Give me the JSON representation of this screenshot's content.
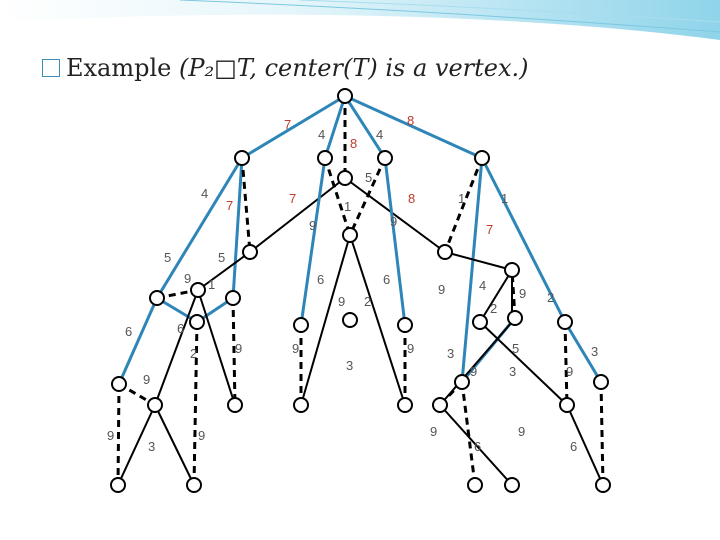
{
  "title": {
    "bullet_icon": "square-bullet-icon",
    "prefix": "Example",
    "math": "(P₂□T, center(T) is a vertex.)"
  },
  "colors": {
    "blue_edge": "#2e86b8",
    "black_edge": "#000000",
    "red_label": "#c0392b",
    "gray_label": "#555555"
  },
  "edge_labels": {
    "red": [
      "7",
      "8",
      "8",
      "7",
      "7",
      "8",
      "7"
    ],
    "gray": [
      "4",
      "4",
      "5",
      "4",
      "1",
      "1",
      "1",
      "5",
      "5",
      "9",
      "9",
      "9",
      "1",
      "6",
      "6",
      "6",
      "9",
      "2",
      "9",
      "4",
      "9",
      "2",
      "2",
      "6",
      "2",
      "9",
      "9",
      "9",
      "3",
      "9",
      "3",
      "5",
      "3",
      "9",
      "3",
      "9",
      "3",
      "9",
      "9",
      "9",
      "9",
      "6",
      "6"
    ]
  }
}
